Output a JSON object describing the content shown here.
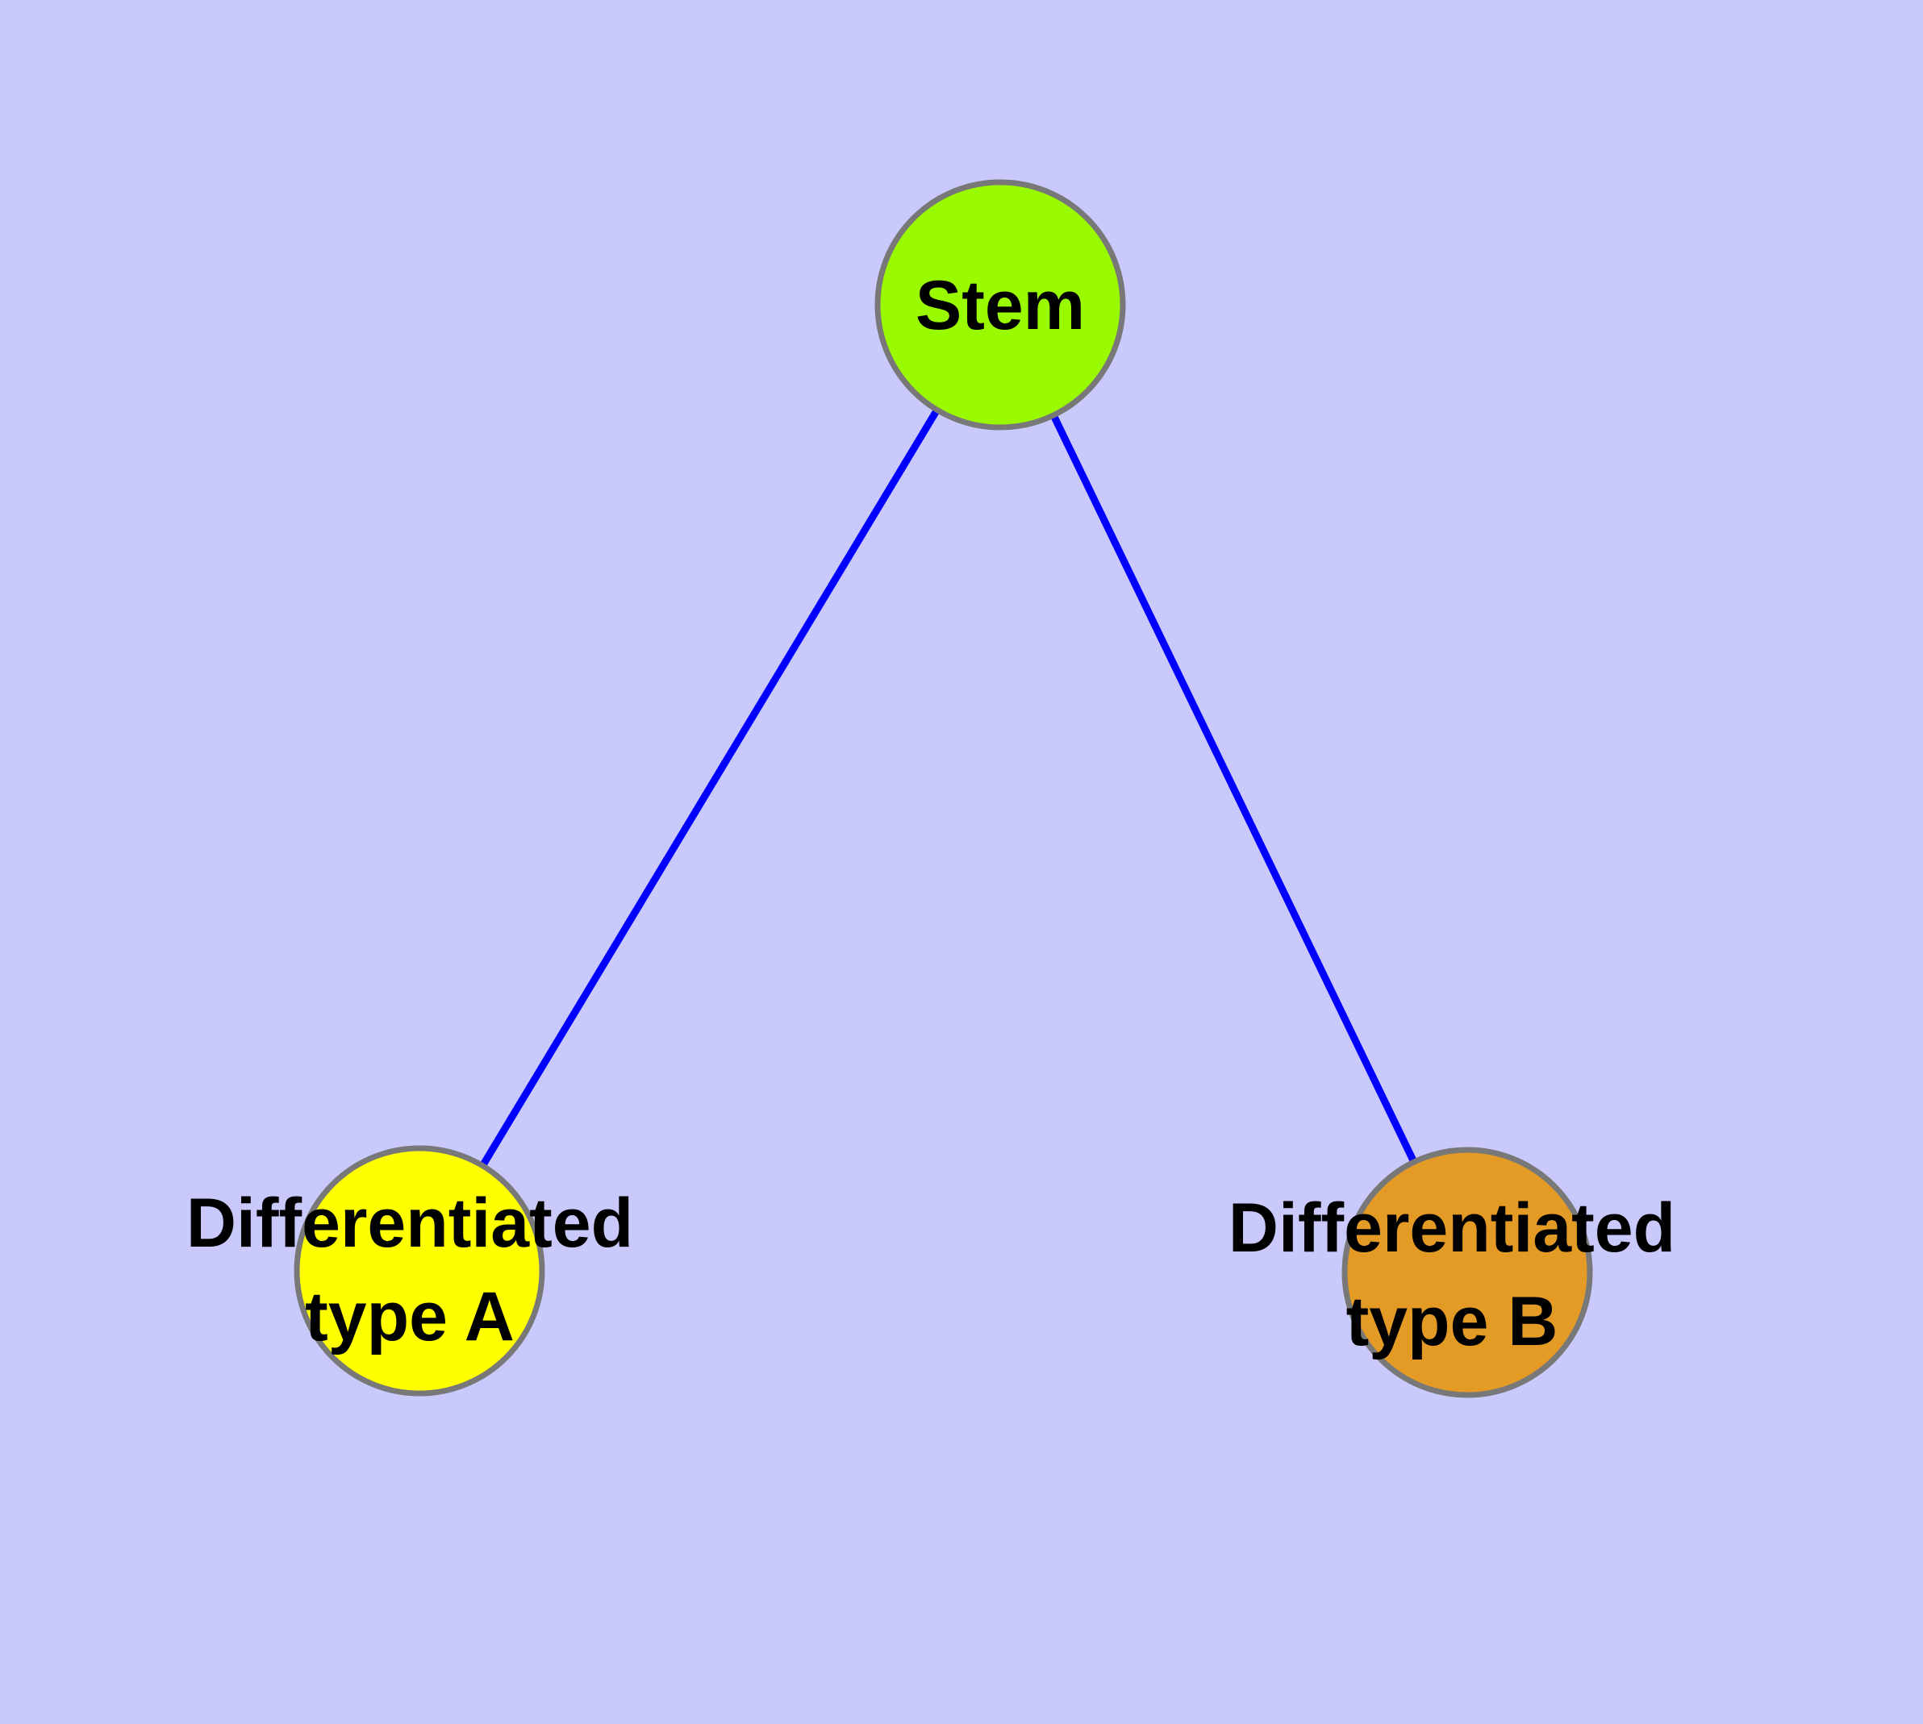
{
  "diagram": {
    "type": "graph",
    "description": "Cell differentiation graph: one stem node connected to two differentiated cell-type nodes",
    "background_color": "#C9C9FB",
    "edge_color": "#0000FF",
    "node_border_color": "#787878",
    "label_color": "#000000",
    "nodes": [
      {
        "id": "stem",
        "label": "Stem",
        "fill": "#9AFB00"
      },
      {
        "id": "type-a",
        "label_line1": "Differentiated",
        "label_line2": "type A",
        "fill": "#FFFF00"
      },
      {
        "id": "type-b",
        "label_line1": "Differentiated",
        "label_line2": "type B",
        "fill": "#E49B26"
      }
    ],
    "edges": [
      {
        "from": "Stem",
        "to": "Differentiated type A"
      },
      {
        "from": "Stem",
        "to": "Differentiated type B"
      }
    ]
  }
}
